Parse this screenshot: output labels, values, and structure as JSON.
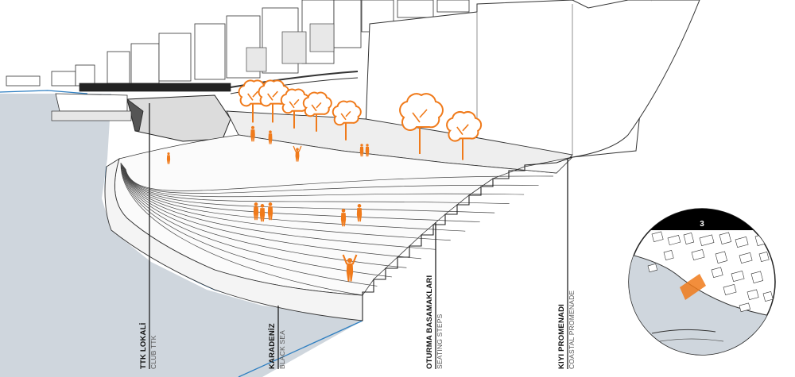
{
  "callouts": [
    {
      "id": "club",
      "title": "TTK LOKALİ",
      "subtitle": "CLUB TTK"
    },
    {
      "id": "sea",
      "title": "KARADENİZ",
      "subtitle": "BLACK SEA"
    },
    {
      "id": "steps",
      "title": "OTURMA BASAMAKLARI",
      "subtitle": "SEATING STEPS"
    },
    {
      "id": "promenade",
      "title": "KIYI PROMENADI",
      "subtitle": "COASTAL PROMENADE"
    }
  ],
  "key_map": {
    "badge": "3"
  },
  "colors": {
    "accent": "#f07a1a",
    "sea": "#cfd6dd",
    "shoreline": "#2f7fc1",
    "line": "#222222",
    "badge_bg": "#000000"
  }
}
